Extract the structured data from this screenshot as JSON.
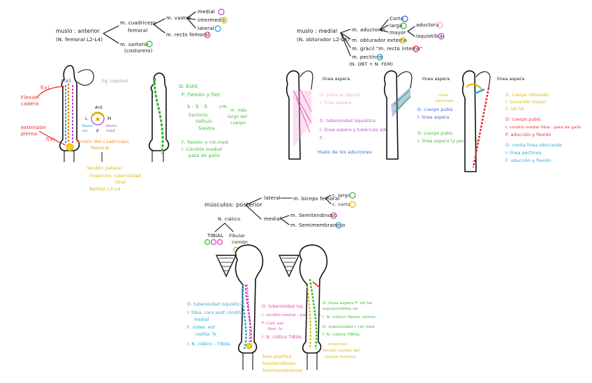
{
  "colors": {
    "black": "#111111",
    "red": "#e8262b",
    "green": "#36b82f",
    "purple": "#b34fd0",
    "magenta": "#e33ea7",
    "orange": "#f08a1c",
    "yellow": "#d9b400",
    "blue": "#3b5bd8",
    "cyan": "#1fa6d9",
    "pink": "#f2a7d6",
    "gray": "#9a9a9a"
  },
  "anterior": {
    "title": "muslo : anterior",
    "title2": "(N. femoral L2-L4)",
    "quad": "m. cuadriceps",
    "quad2": "femoral",
    "vastos": "m. vastos",
    "medial": "medial",
    "intermedio": "intermedio",
    "lateral": "lateral",
    "recto": "m. recto femoral",
    "sartorio": "m. sartorio",
    "sartorio2": "(costurero)",
    "lig": "lig. inguinal",
    "eias": "EIAS",
    "flexion": "Flexión",
    "cadera": "cadera",
    "extension": "extensión",
    "pierna": "pierna",
    "fcx1": "f(x)",
    "fcx2": "f(x)",
    "ant": "Ant",
    "lat_l": "L",
    "med_m": "M",
    "post_p": "P",
    "vasto_lat": "Vasto",
    "vasto_lat2": "lat",
    "vasto_med": "Vasto",
    "vasto_med2": "med",
    "tendon1": "Tendón del cuadriceps",
    "tendon2": "femoral",
    "tendon_patelar": "Tendón patelar",
    "insercion": "(inserción: tuberosidad",
    "tibia": "tibia)",
    "reflejo": "Reflejo L3-L4",
    "sart_o": "O: EIAS",
    "sart_f": "F: flexión y flot",
    "sart_seq": "S - S - S",
    "cm": "cm",
    "sart_a": "Sartorio",
    "sart_b": "Sóftulo",
    "sart_c": "Siestre",
    "sart_note": "m. más",
    "sart_note2": "largo del",
    "sart_note3": "cuerpo",
    "sart_f2": "F: flexión y rot.med.",
    "sart_i": "I: Cóndilo medial",
    "sart_i2": "pata de gallo"
  },
  "medial": {
    "title": "muslo : medial",
    "title2": "(N. obturador L2-L4)",
    "aductores": "m. aductores",
    "corto": "Corto",
    "largo": "largo",
    "mayor": "mayor",
    "aductora": "aductora",
    "isquiotibial": "isquiotibial",
    "obturador": "m. obturador externo",
    "gracil": "m. grácil \"m. recto interno\"",
    "pectineo": "m. pectíneo",
    "nerves": "(N. OBT + N. FEM)",
    "linea_aspera": "línea aspera",
    "linea_aspera2": "línea aspera",
    "linea_aspera3": "línea aspera",
    "p1_o": "O: pubis e/ isquiot",
    "p1_i": "I: línea aspera",
    "p1_o2": "O: tuberosidad isquiatica",
    "p1_i2": "I: línea aspera y tubérculo adu.",
    "p1_f": "F:",
    "hiato": "Hiato de los aductores",
    "p2_green1": "línea",
    "p2_green2": "pectínea",
    "p2_o": "O: cuerpo pubis",
    "p2_i": "I: línea aspera",
    "p2_o2": "O: cuerpo pubis",
    "p2_i2": "I: línea aspera (y pectínea)",
    "p3_o": "O: cuerpo obturado",
    "p3_o2": "I: trocanter mayor",
    "p3_f": "F: rot lat",
    "p3_o3": "O: cuerpo pubis",
    "p3_i3": "I: cóndilo medial tibia - pata de gallo",
    "p3_f3": "F: aducción y flexión",
    "p3_o4": "O: cresta línea obturando",
    "p3_i4": "I: línea pectínea",
    "p3_f4": "F: aducción y flexión"
  },
  "posterior": {
    "title": "músculos: posterior",
    "lateral": "lateral",
    "biceps": "m. biceps femoral",
    "largo": "c. largo",
    "corta": "c. corta",
    "medial": "medial",
    "semitendinoso": "m. Semitendinoso",
    "semimembranoso": "m. Semimembranoso",
    "ciatico": "N. ciático",
    "tibial": "TIBIAL",
    "fibular": "Fibular",
    "comun": "común",
    "l_o": "O: tuberosidad isquiática",
    "l_i": "I: tibia, cara post cóndilo",
    "l_i2": "medial",
    "l_f": "F: rodeo: ext",
    "l_f2": "rodilla: fx",
    "l_n": "I: N. ciático - TIBIAL",
    "m_o": "O: tuberosidad isq.",
    "m_i": "I: cóndilo medial - pata gallo",
    "m_f": "F: Cad: ext",
    "m_f2": "Rod: fx",
    "m_n": "I: N. ciático TIBIAL",
    "fosa": "fosa poplítea",
    "fosa2": "Semitendinoso",
    "fosa3": "Semimembranoso",
    "r_o": "O: línea aspera  F: rot lat",
    "r_o2": "supracondílea lat",
    "r_i": "I: N. ciático fibular común",
    "r_o3": "O: tuberosidad I: rot med",
    "r_i3": "I: N. ciático TIBIAL",
    "r_m": "Inserción:",
    "r_m2": "Tendón común del",
    "r_m3": "biceps femoral"
  }
}
